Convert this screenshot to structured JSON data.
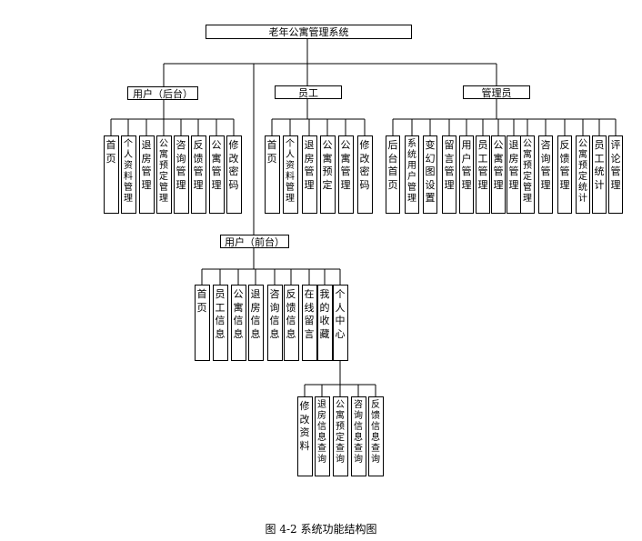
{
  "title": "老年公寓管理系统",
  "caption": "图 4-2 系统功能结构图",
  "groups": {
    "backend_user": {
      "label": "用户（后台）",
      "children": [
        "首页",
        "个人资料管理",
        "退房管理",
        "公寓预定管理",
        "咨询管理",
        "反馈管理",
        "公寓管理",
        "修改密码"
      ]
    },
    "staff": {
      "label": "员工",
      "children": [
        "首页",
        "个人资料管理",
        "退房管理",
        "公寓预定",
        "公寓管理",
        "修改密码"
      ]
    },
    "admin": {
      "label": "管理员",
      "children": [
        "后台首页",
        "系统用户管理",
        "变幻图设置",
        "留言管理",
        "用户管理",
        "员工管理",
        "公寓管理",
        "退房管理",
        "公寓预定管理",
        "咨询管理",
        "反馈管理",
        "公寓预定统计",
        "员工统计",
        "评论管理"
      ]
    },
    "frontend_user": {
      "label": "用户（前台）",
      "children": [
        "首页",
        "员工信息",
        "公寓信息",
        "退房信息",
        "咨询信息",
        "反馈信息",
        "在线留言",
        "我的收藏",
        "个人中心"
      ]
    },
    "personal_center": {
      "children": [
        "修改资料",
        "退房信息查询",
        "公寓预定查询",
        "咨询信息查询",
        "反馈信息查询"
      ]
    }
  }
}
